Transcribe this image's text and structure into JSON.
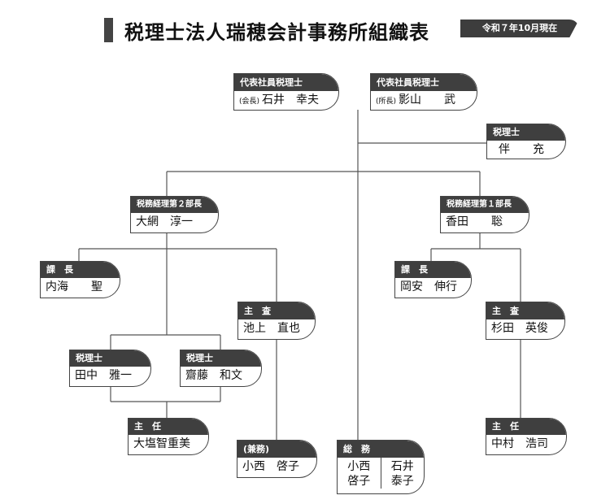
{
  "title": "税理士法人瑞穂会計事務所組織表",
  "date": "令和７年10月現在",
  "nodes": {
    "ceo1": {
      "role": "代表社員税理士",
      "prefix": "(会長)",
      "name": "石井　幸夫"
    },
    "ceo2": {
      "role": "代表社員税理士",
      "prefix": "(所長)",
      "name": "影山　　武"
    },
    "tax_ban": {
      "role": "税理士",
      "name": "伴　　充"
    },
    "dept2": {
      "role": "税務経理第２部長",
      "name": "大網　淳一"
    },
    "dept1": {
      "role": "税務経理第１部長",
      "name": "香田　　聡"
    },
    "chief2": {
      "role": "課　長",
      "name": "内海　　聖"
    },
    "chief1": {
      "role": "課　長",
      "name": "岡安　伸行"
    },
    "ikegami": {
      "role": "主　査",
      "name": "池上　直也"
    },
    "sugita": {
      "role": "主　査",
      "name": "杉田　英俊"
    },
    "tanaka": {
      "role": "税理士",
      "name": "田中　雅一"
    },
    "saito": {
      "role": "税理士",
      "name": "齋藤　和文"
    },
    "ooshio": {
      "role": "主　任",
      "name": "大塩智重美"
    },
    "nakamura": {
      "role": "主　任",
      "name": "中村　浩司"
    },
    "konishi": {
      "role": "(兼務)",
      "name": "小西　啓子"
    },
    "soumu": {
      "role": "総　務",
      "left": "小西\n啓子",
      "right": "石井\n泰子"
    }
  }
}
